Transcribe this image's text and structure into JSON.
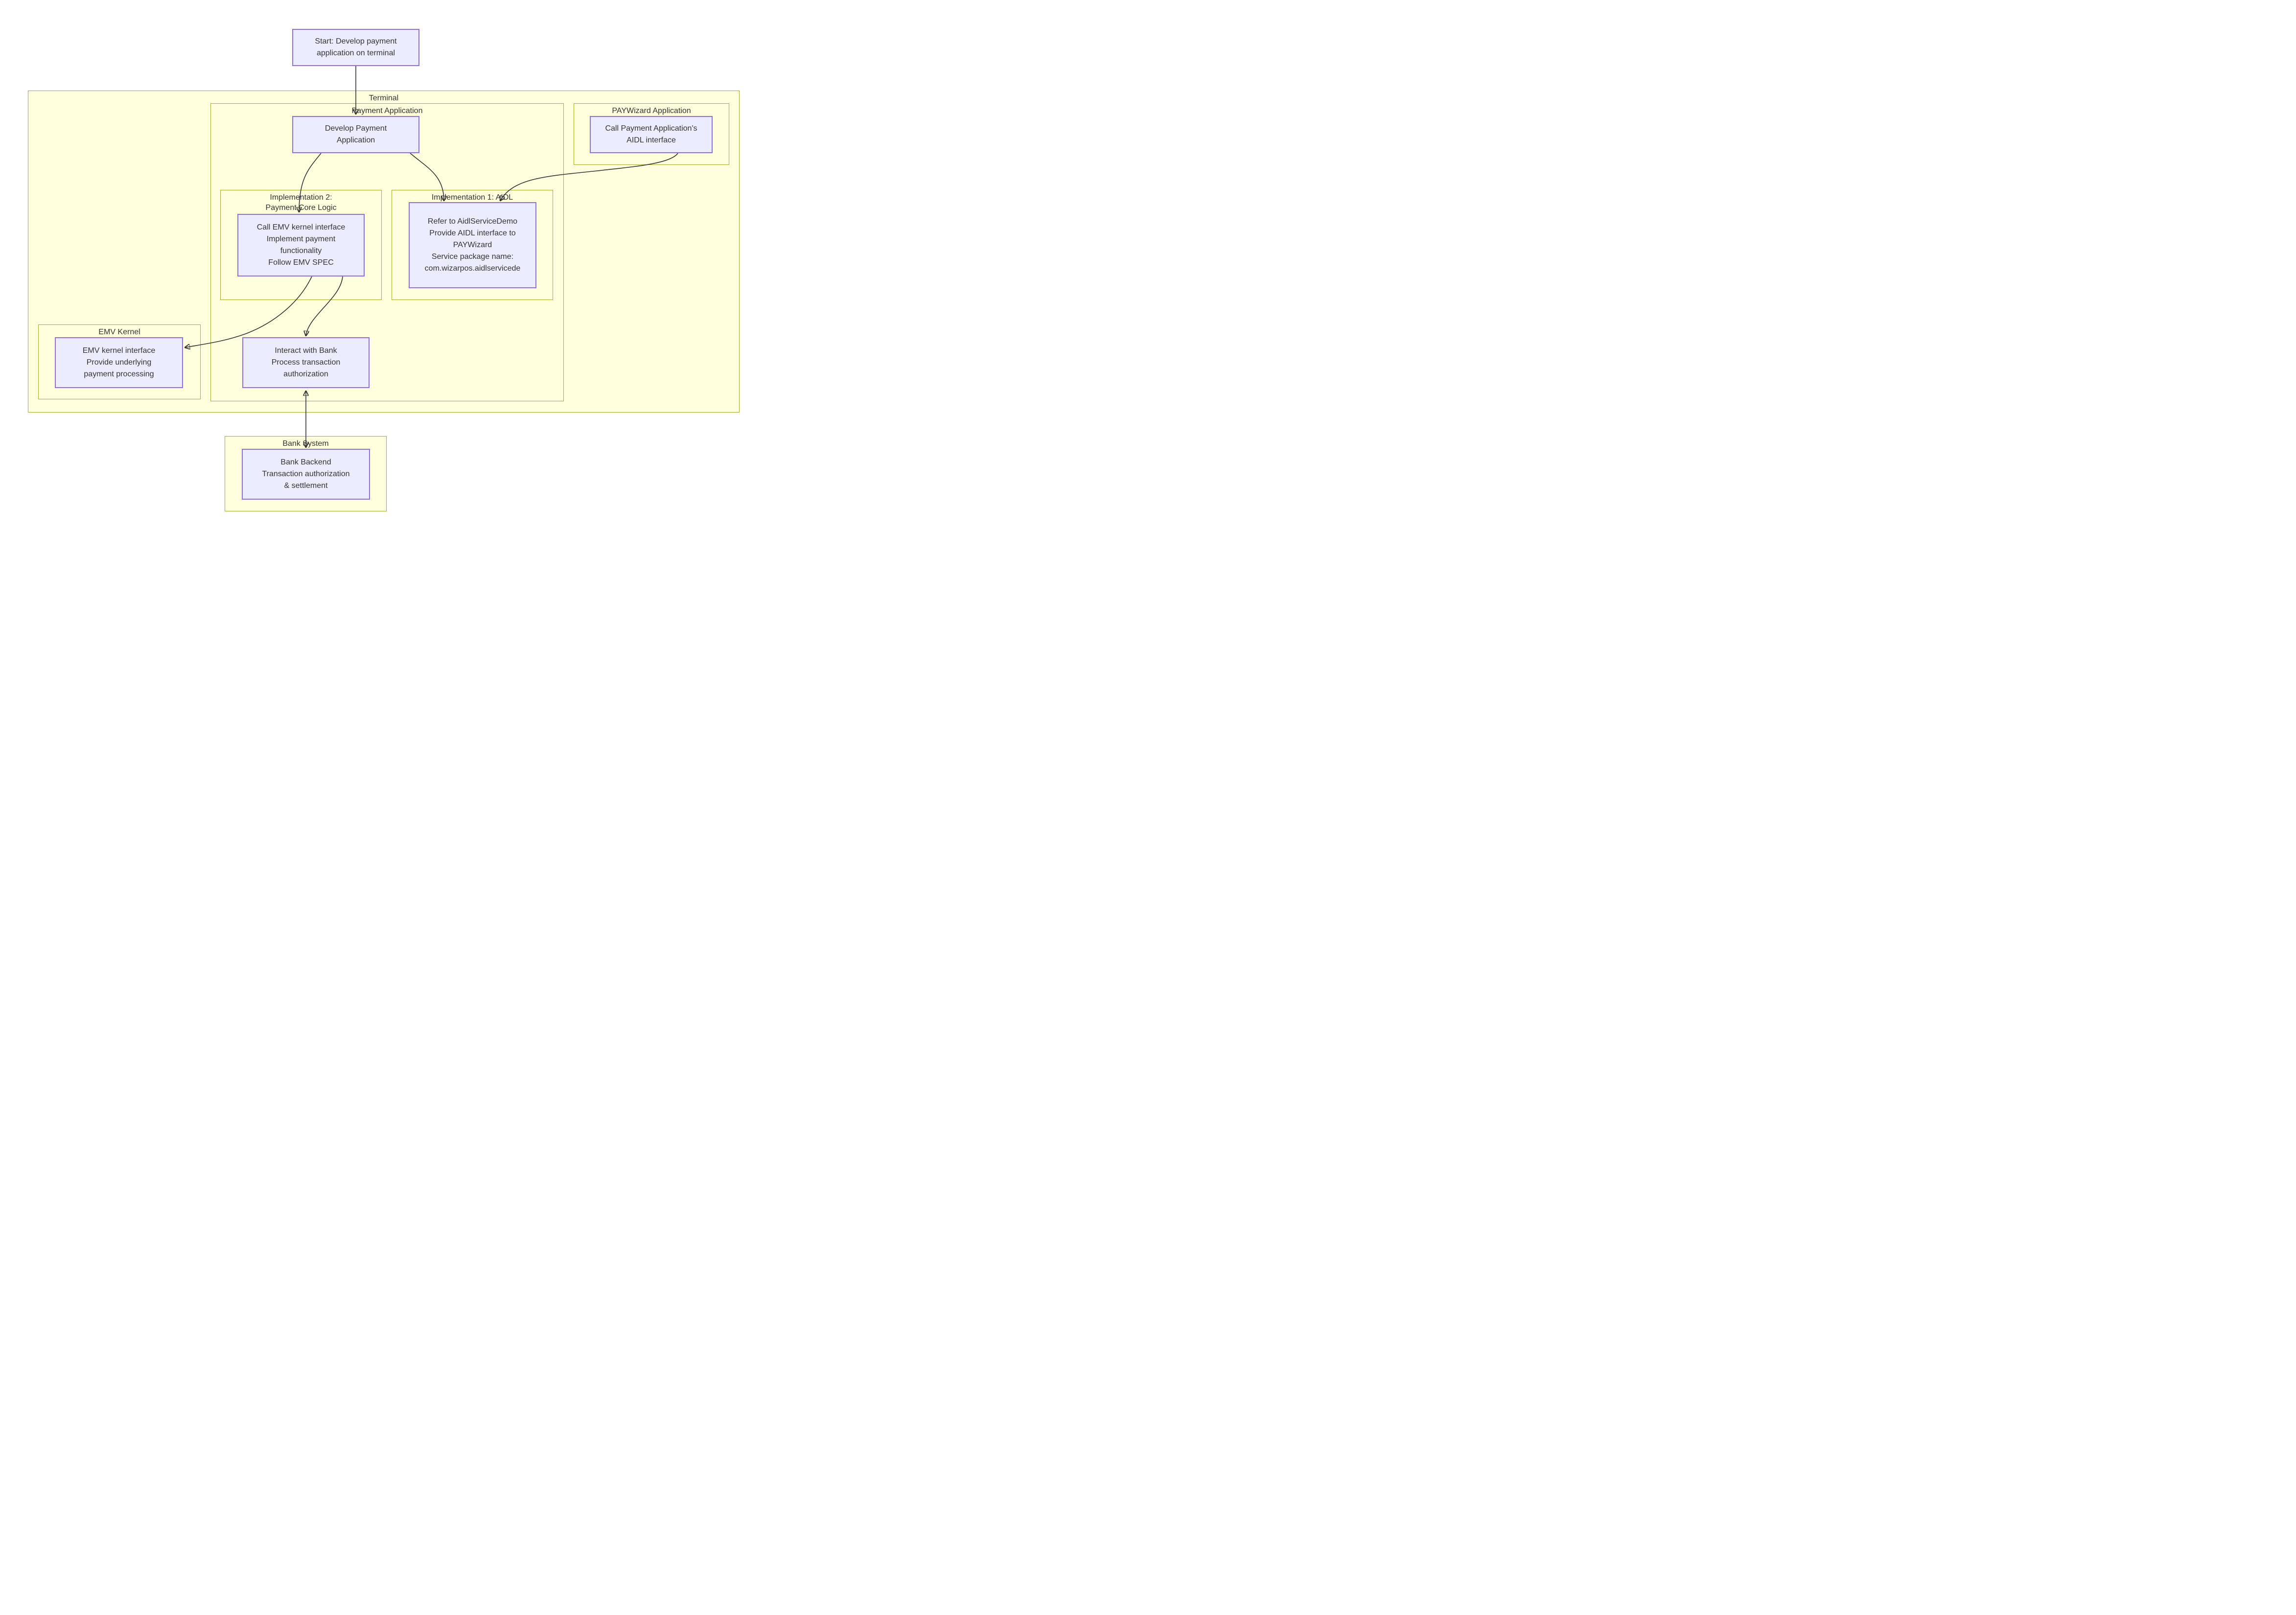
{
  "diagram": {
    "type": "flowchart",
    "direction": "top-down",
    "colors": {
      "background": "#ffffff",
      "node_fill": "#ececff",
      "node_border": "#9370db",
      "group_fill": "#ffffde",
      "group_border": "#aaaa33",
      "edge": "#333333",
      "text": "#333333"
    },
    "groups": [
      {
        "id": "terminal",
        "label": "Terminal"
      },
      {
        "id": "payment-application",
        "label": "Payment Application"
      },
      {
        "id": "paywizard-application",
        "label": "PAYWizard Application"
      },
      {
        "id": "implementation-2",
        "label": "Implementation 2:\nPayment Core Logic"
      },
      {
        "id": "implementation-1",
        "label": "Implementation 1: AIDL"
      },
      {
        "id": "emv-kernel",
        "label": "EMV Kernel"
      },
      {
        "id": "bank-system",
        "label": "Bank System"
      }
    ],
    "nodes": [
      {
        "id": "start",
        "label": "Start: Develop payment\napplication on terminal"
      },
      {
        "id": "develop-payment-app",
        "label": "Develop Payment\nApplication"
      },
      {
        "id": "call-aidl-interface",
        "label": "Call Payment Application's\nAIDL interface"
      },
      {
        "id": "payment-core-logic",
        "label": "Call EMV kernel interface\nImplement payment\nfunctionality\nFollow EMV SPEC"
      },
      {
        "id": "aidl-service",
        "label": "Refer to AidlServiceDemo\nProvide AIDL interface to\nPAYWizard\nService package name:\ncom.wizarpos.aidlservicede"
      },
      {
        "id": "emv-kernel-interface",
        "label": "EMV kernel interface\nProvide underlying\npayment processing"
      },
      {
        "id": "interact-with-bank",
        "label": "Interact with Bank\nProcess transaction\nauthorization"
      },
      {
        "id": "bank-backend",
        "label": "Bank Backend\nTransaction authorization\n& settlement"
      }
    ],
    "edges": [
      {
        "from": "start",
        "to": "develop-payment-app",
        "direction": "forward"
      },
      {
        "from": "develop-payment-app",
        "to": "payment-core-logic",
        "direction": "forward"
      },
      {
        "from": "develop-payment-app",
        "to": "aidl-service",
        "direction": "forward"
      },
      {
        "from": "call-aidl-interface",
        "to": "aidl-service",
        "direction": "forward"
      },
      {
        "from": "payment-core-logic",
        "to": "emv-kernel-interface",
        "direction": "forward"
      },
      {
        "from": "payment-core-logic",
        "to": "interact-with-bank",
        "direction": "forward"
      },
      {
        "from": "interact-with-bank",
        "to": "bank-backend",
        "direction": "both"
      }
    ]
  }
}
